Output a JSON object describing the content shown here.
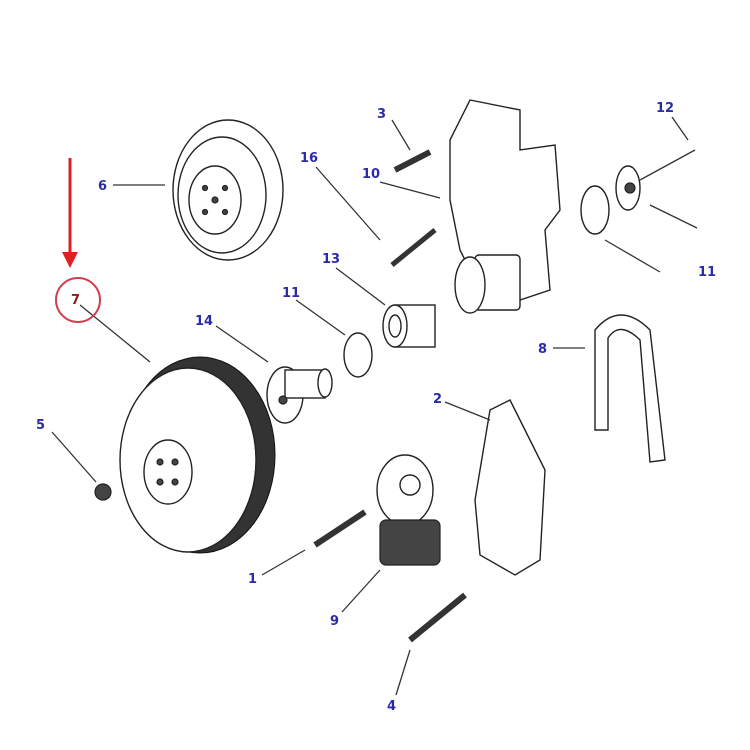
{
  "diagram": {
    "callouts": [
      {
        "id": "3",
        "text": "3"
      },
      {
        "id": "12",
        "text": "12"
      },
      {
        "id": "16",
        "text": "16"
      },
      {
        "id": "10",
        "text": "10"
      },
      {
        "id": "6",
        "text": "6"
      },
      {
        "id": "13",
        "text": "13"
      },
      {
        "id": "11a",
        "text": "11"
      },
      {
        "id": "11b",
        "text": "11"
      },
      {
        "id": "14",
        "text": "14"
      },
      {
        "id": "7",
        "text": "7"
      },
      {
        "id": "8",
        "text": "8"
      },
      {
        "id": "2",
        "text": "2"
      },
      {
        "id": "5",
        "text": "5"
      },
      {
        "id": "1",
        "text": "1"
      },
      {
        "id": "9",
        "text": "9"
      },
      {
        "id": "4",
        "text": "4"
      }
    ],
    "highlight": {
      "target": "7",
      "color": "#e02020"
    },
    "label_color": "#2b2ba6"
  }
}
